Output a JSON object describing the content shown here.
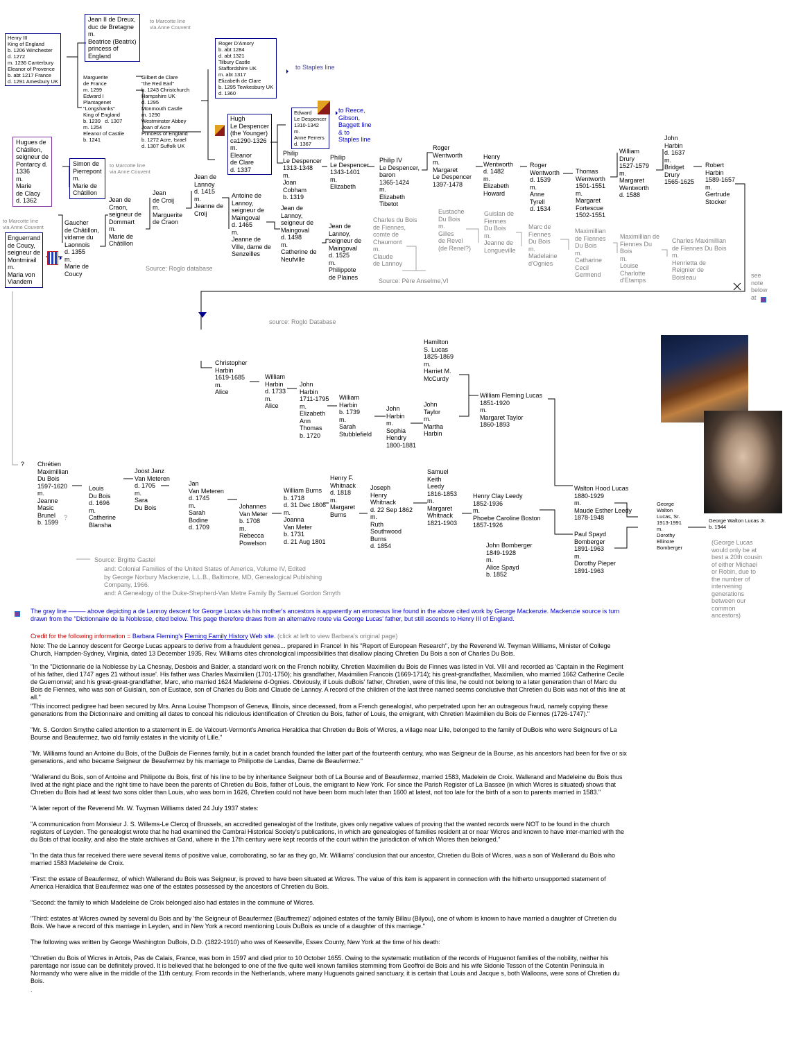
{
  "colors": {
    "line": "#000000",
    "gray_line": "#a0a0a0",
    "box_blue": "#00008b",
    "box_purple": "#7b2e9e",
    "link": "#0000cc",
    "red": "#cc0000"
  },
  "top": {
    "henry3": "Henry III\nKing of England\nb. 1206 Winchester\nd. 1272\nm. 1236 Canterbury\nEleanor of Provence\nb. abt 1217 France\nd. 1291 Amesbury UK",
    "jean2": "Jean II de Dreux,\nduc de Bretagne\nm.\nBeatrice (Beatrix)\nprincess of\nEngland",
    "marcotte1": "to Marcotte line\nvia Anne Couvent",
    "damory": "Roger D'Amory\nb. abt 1284\nd. abt 1321\nTilbury Castle\nStaffordshire UK\nm. abt 1317\nElizabeth de Clare\nb. 1295 Tewkesbury UK\nd. 1360",
    "staples": "to Staples line",
    "edward1": "Marguerite\nde France\nm. 1299\nEdward I\nPlantagenet\n\"Longshanks\"\nKing of England\nb. 1239   d. 1307\nm. 1254\nEleanor of Castile\nb. 1241",
    "gilbert": "Gilbert de Clare\n\"the Red Earl\"\nb. 1243 Christchurch\nHampshire UK\nd. 1295\nMonmouth Castle\nm. 1290\nWestminster Abbey\nJoan of Acre\nPrincess of England\nb. 1272 Acre, Israel\nd. 1307 Suffolk UK",
    "edwardd": "Edward\nLe Despencer\n1310-1342\nm.\nAnne Ferrers\nd. 1367",
    "reece": "to Reece,\nGibson,\nBaggett line\n& to\nStaples line",
    "hugh": "Hugh\nLe Despencer\n(the Younger)\nca1290-1326\nm.\nEleanor\nde Clare\nd. 1337",
    "hugues": "Hugues de\nChâtillon,\nseigneur de\nPontarcy d.\n1336\nm.\nMarie\nde Clacy\nd. 1362",
    "simon": "Simon de\nPierrepont\nm.\nMarie de\nChâtillon",
    "marcotte2": "to Marcotte line\nvia Anne Couvent",
    "marcotte3": "to Marcotte line\nvia Anne Couvent",
    "enguerrand": "Enguerrand\nde Coucy,\nseigneur de\nMontmirail\nm.\nMaria von\nViandem",
    "gaucher": "Gaucher\nde Châtillon,\nvidame du\nLaonnois\nd. 1355\nm.\nMarie de\nCoucy",
    "jeancraon": "Jean de\nCraon,\nseigneur de\nDommart\nm.\nMarie de\nChâtillon",
    "jeancroij": "Jean\nde Croij\nm.\nMarguerite\nde Craon",
    "jeanlannoy1": "Jean de\nLannoy\nd. 1415\nm.\nJeanne de\nCroij",
    "antoine": "Antoine de\nLannoy,\nseigneur de\nMaingoval\nd. 1465\nm.\nJeanne de\nVille, dame de\nSenzeilles",
    "jeanlannoy2": "Jean de\nLannoy,\nseigneur de\nMaingoval\nd. 1498\nm.\nCatherine de\nNeufville",
    "jeanlannoy3": "Jean de\nLannoy,\nseigneur de\nMaingoval\nd. 1525\nm.\nPhilippote\nde Plaines",
    "philip1": "Philip\nLe Despencer\n1313-1348\nm.\nJoan\nCobham\nb. 1319",
    "philip2": "Philip\nLe Despencer\n1343-1401\nm.\nElizabeth",
    "philip4": "Philip IV\nLe Despencer,\nbaron\n1365-1424\nm.\nElizabeth\nTibetot",
    "roger1": "Roger\nWentworth\nm.\nMargaret\nLe Despencer\n1397-1478",
    "henryw": "Henry\nWentworth\nd. 1482\nm.\nElizabeth\nHoward",
    "roger2": "Roger\nWentworth\nd. 1539\nm.\nAnne\nTyrell\nd. 1534",
    "thomas": "Thomas\nWentworth\n1501-1551\nm.\nMargaret\nFortescue\n1502-1551",
    "william": "William\nDrury\n1527-1579\nm.\nMargaret\nWentworth\nd. 1588",
    "john": "John\nHarbin\nd. 1637\nm.\nBridget\nDrury\n1565-1625",
    "robert": "Robert\nHarbin\n1589-1657\nm.\nGertrude\nStocker",
    "charles1": "Charles du Bois\nde Fiennes,\ncomte de\nChaumont\nm.\nClaude\nde Lannoy",
    "eustache": "Eustache\nDu Bois\nm.\nGilles\nde Revel\n(de Renel?)",
    "guislan": "Guislan de\nFiennes\nDu Bois\nm.\nJeanne de\nLongueville",
    "marc": "Marc de\nFiennes\nDu Bois\nm.\nMadelaine\nd'Ognies",
    "maxi1": "Maximillian\nde Fiennes\nDu Bois\nm.\nCatharine\nCecil\nGermend",
    "maxi2": "Maximillian de\nFiennes Du\nBois\nm.\nLouise\nCharlotte\nd'Etamps",
    "charlesmax": "Charles Maximillian\nde Fiennes Du Bois\nm.\nHenrietta de\nReignier de\nBoisleau",
    "src_roglo": "Source: Roglo database",
    "src_pere": "Source: Père Anselme,VI",
    "note": "see\nnote\nbelow\nat"
  },
  "bottom": {
    "src_roglo2": "source: Roglo Database",
    "christopher": "Christopher\nHarbin\n1619-1685\nm.\nAlice",
    "william2": "William\nHarbin\nd. 1733\nm.\nAlice",
    "johnh": "John\nHarbin\n1711-1795\nm.\nElizabeth\nAnn\nThomas\nb. 1720",
    "williamh": "William\nHarbin\nb. 1739\nm.\nSarah\nStubblefield",
    "johnh2": "John\nHarbin\nm.\nSophia\nHendry\n1800-1881",
    "johnt": "John\nTaylor\nm.\nMartha\nHarbin",
    "hamilton": "Hamilton\nS. Lucas\n1825-1869\nm.\nHarriet M.\nMcCurdy",
    "wflucas": "William Fleming Lucas\n1851-1920\nm.\nMargaret Taylor\n1860-1893",
    "chretien": "Chrétien\nMaximillian\nDu Bois\n1597-1620\nm.\nJeanne\nMasic\nBrunel\nb. 1599",
    "louis": "Louis\nDu Bois\nd. 1696\nm.\nCatherine\nBlansha",
    "joost": "Joost Janz\nVan Meteren\nd. 1705\nm.\nSara\nDu Bois",
    "jan": "Jan\nVan Meteren\nd. 1745\nm.\nSarah\nBodine\nd. 1709",
    "johannes": "Johannes\nVan Meter\nb. 1708\nm.\nRebecca\nPowelson",
    "wburns": "William Burns\nb. 1718\nd. 31 Dec 1806\nm.\nJoanna\nVan Meter\nb. 1731\nd. 21 Aug 1801",
    "henryf": "Henry F.\nWhitnack\nd. 1818\nm.\nMargaret\nBurns",
    "joseph": "Joseph\nHenry\nWhitnack\nd. 22 Sep 1862\nm.\nRuth\nSouthwood\nBurns\nd. 1854",
    "samuel": "Samuel\nKeith\nLeedy\n1816-1853\nm.\nMargaret\nWhitnack\n1821-1903",
    "henryleedy": "Henry Clay Leedy\n1852-1936\nm.\nPhoebe Caroline Boston\n1857-1926",
    "bomberger": "John Bomberger\n1849-1928\nm.\nAlice Spayd\nb. 1852",
    "walton": "Walton Hood Lucas\n1880-1929\nm.\nMaude Esther Leedy\n1878-1948",
    "spayd": "Paul Spayd\nBomberger\n1891-1963\nm.\nDorothy Pieper\n1891-1963",
    "gwsr": "George\nWalton\nLucas, Sr.\n1913-1991\nm.\nDorothy\nEllinore\nBomberger",
    "gwjr": "George Walton Lucas Jr.\nb. 1944",
    "lucasnote": "(George Lucas\nwould only be at\nbest a 20th cousin\nof either Michael\nor Robin, due to\nthe number of\nintervening\ngenerations\nbetween our\ncommon\nancestors)",
    "src_gastel": "Source: Brgitte Gastel",
    "src_lines": "and: Colonial Families of the United States of America, Volume IV, Edited\nby George Norbury Mackenzie, L.L.B., Baltimore, MD, Genealogical Publishing\nCompany, 1966.\nand: A Genealogy of the Duke-Shepherd-Van Metre Family By Samuel Gordon Smyth",
    "q1": "?",
    "q2": "?"
  },
  "text": {
    "gray_note": "The gray line ––––– above depicting a de Lannoy descent for George Lucas via his mother's ancestors is apparently an erroneous line found in the above cited work by George Mackenzie. Mackenzie source is turn drawn from the \"Dictionnaire de la Noblesse, cited below. This page therefore draws from an alternative route via George Lucas' father, but still ascends to Henry III of England.",
    "credit_label": "Credit for the following information =",
    "credit_name": "Barbara Fleming's",
    "credit_link": "Fleming Family History",
    "credit_tail": "Web site.",
    "credit_hint": "(click at left to view Barbara's original page)",
    "paras": [
      "Note:  The de Lannoy descent for George Lucas appears to derive from a fraudulent genea... prepared in France! In his \"Report of European Research\", by the Reverend W. Twyman Williams, Minister of College Church, Hampden-Sydney, Virginia, dated 13 December 1935, Rev. Williams cites chronological impossibilities that disallow placing Chretien Du Bois a son of Charles Du Bois.",
      "\"In the \"Dictionnarie de la Noblesse by La Chesnay, Desbois and Baider, a standard work on the French nobility, Chretien Maximilien du Bois de Finnes was listed in Vol. VIII and recorded as 'Captain in the Regiment of his father, died 1747 ages 21 without issue'. His father was Charles Maximilien (1701-1750); his grandfather, Maximilien Francois (1669-1714); his great-grandfather, Maximilien, who married 1662 Catherine Cecile de Guernonval; and his great-great-grandfather, Marc, who married 1624 Madeleine d-Ognies. Obviously, if Louis duBois' father, Chretien, were of this line, he could not belong to a later generation than of Marc du Bois de Fiennes, who was son of Guislain, son of Eustace, son of Charles du Bois and Claude de Lannoy. A record of the children of the last three named seems conclusive that Chretien du Bois was not of this line at all.\"",
      "\"This incorrect pedigree had been secured by Mrs. Anna Louise Thompson of Geneva, Illinois, since deceased, from a French genealogist, who perpetrated upon her an outrageous fraud, namely copying these generations from the Dictionnaire and omitting all dates to conceal his ridiculous identification of Chretien du Bois, father of Louis, the emigrant, with Chretien Maximilien du Bois de Fiennes (1726-1747).\"",
      "\"Mr. S. Gordon Smythe called attention to a statement in E. de Valcourt-Vermont's America Heraldica that Chretien du Bois of Wicres, a village near Lille, belonged to the family of DuBois who were Seigneurs of La Bourse and Beaufermez, two old family estates in the vicinity of Lille.\"",
      "\"Mr. Williams found an Antoine du Bois, of the DuBois de Fiennes family, but in a cadet branch founded the latter part of the fourteenth century, who was Seigneur de la Bourse, as his ancestors had been for five or six generations, and who became Seigneur de Beaufermez by his marriage to Philipotte de Landas, Dame de Beaufermez.\"",
      "\"Wallerand du Bois, son of Antoine and Philipotte du Bois, first of his line to be by inheritance Seigneur both of La Bourse and of Beaufermez, married 1583, Madelein de Croix. Wallerand and Madeleine du Bois thus lived at the right place and the right time to have been the parents of Chretien du Bois, father of Louis, the emigrant to New York. For since the Parish Register of La Bassee (in which Wicres is situated) shows that Chretien du Bois had at least two sons older than Louis, who was born in 1626, Chretien could not have been born much later than 1600 at latest, not too late for the birth of a son to parents married in 1583.\"",
      "\"A later report of the Reverend Mr. W. Twyman Williams dated 24 July 1937 states:",
      "\"A communication from Monsieur J. S. Willems-Le Clercq of Brussels, an accredited genealogist of the Institute, gives only negative values of proving that the wanted records were NOT to be found in the church registers of Leyden. The genealogist wrote that he had examined the Cambrai Historical Society's publications, in which are genealogies of families resident at or near Wicres and known to have inter-married with the du Bois of that locality, and also the state archives at Gand, where in the 17th century were kept records of the court within the jurisdiction of which Wicres then belonged.\"",
      "\"In the data thus far received there were several items of positive value, corroborating, so far as they go, Mr. Williams' conclusion that our ancestor, Chretien du Bois of Wicres, was a son of Wallerand du Bois who married 1583 Madeleine de Croix.",
      "\"First: the estate of Beaufermez, of which Wallerand du Bois was Seigneur, is proved to have been situated at Wicres. The value of this item is apparent in connection with the hitherto unsupported statement of America Heraldica that Beaufermez was one of the estates possessed by the ancestors of Chretien du Bois.",
      "\"Second: the family to which Madeleine de Croix belonged also had estates in the commune of Wicres.",
      "\"Third: estates at Wicres owned by several du Bois and by 'the Seigneur of Beaufermez (Bauffremez)' adjoined estates of the family Billau (Bilyou), one of whom is known to have married a daughter of Chretien du Bois. We have a record of this marriage in Leyden, and in New York a record mentioning Louis DuBois as uncle of a daughter of this marriage.\"",
      "The following was written by George Washington DuBois, D.D. (1822-1910) who was of Keeseville, Essex County, New York at the time of his death:",
      "\"Chretien du Bois of Wicres in Artois, Pas de Calais, France, was born in 1597 and died prior to 10 October 1655. Owing to the systematic mutilation of the records of Huguenot families of the nobility, neither his parentage nor issue can be definitely proved. It is believed that he belonged to one of the five quite well known families stemming from Geoffroi de Bois and his wife Sidonie Tesson of the Cotentin Peninsula in Normandy who were alive in the middle of the 11th century. From records in the Netherlands, where many Huguenots gained sanctuary, it is certain that Louis and Jacque s, both Walloons, were sons of Chretien du Bois."
    ],
    "dot": "."
  },
  "images": {
    "starwars": "Star Wars calendar cover",
    "lucas": "portrait photo"
  }
}
